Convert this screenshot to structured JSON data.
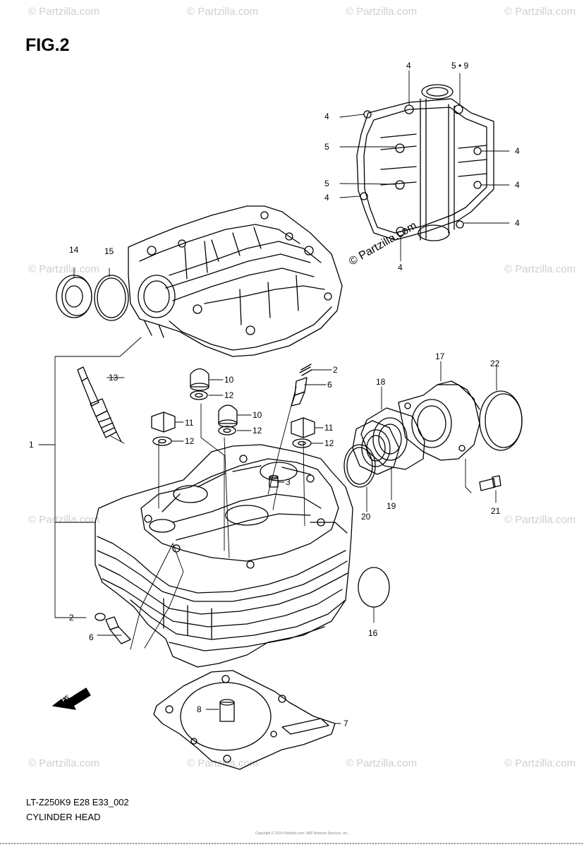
{
  "figure": {
    "title": "FIG.2"
  },
  "footer": {
    "code": "LT-Z250K9 E28 E33_002",
    "name": "CYLINDER HEAD",
    "copyright": "Copyright © 2024 Partzilla.com / ARI Network Services, Inc."
  },
  "watermark": {
    "text": "© Partzilla.com",
    "main": "© Partzilla.com"
  },
  "arrow": {
    "text": "FWD"
  },
  "callouts": {
    "c1": "1",
    "c2a": "2",
    "c2b": "2",
    "c3": "3",
    "c4a": "4",
    "c4b": "4",
    "c4c": "4",
    "c4d": "4",
    "c4e": "4",
    "c4f": "4",
    "c4g": "4",
    "c5a": "5",
    "c5b": "5",
    "c59": "5 • 9",
    "c6a": "6",
    "c6b": "6",
    "c7": "7",
    "c8": "8",
    "c10a": "10",
    "c10b": "10",
    "c11a": "11",
    "c11b": "11",
    "c12a": "12",
    "c12b": "12",
    "c12c": "12",
    "c12d": "12",
    "c13": "13",
    "c14": "14",
    "c15": "15",
    "c16": "16",
    "c17": "17",
    "c18": "18",
    "c19": "19",
    "c20": "20",
    "c21": "21",
    "c22": "22"
  }
}
